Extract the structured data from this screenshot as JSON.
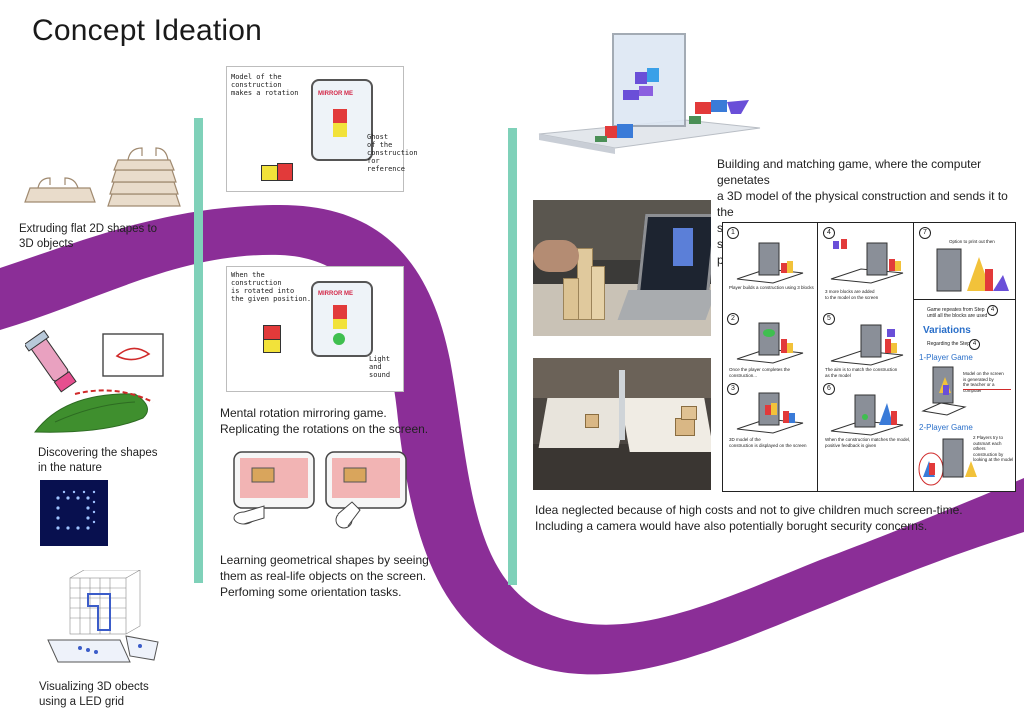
{
  "page": {
    "title": "Concept Ideation"
  },
  "left_column": {
    "caption_1": "Extruding flat  2D shapes to\n3D objects",
    "caption_2": "Discovering the shapes\nin the nature",
    "caption_3": "Visualizing 3D obects\nusing a LED grid"
  },
  "middle_column": {
    "sketch_1": {
      "note_top": "Model of the\nconstruction\nmakes a rotation",
      "screen_label": "MIRROR ME",
      "note_side": "Ghost\nof the\nconstruction\nfor\nreference"
    },
    "sketch_2": {
      "note_top": "When the\nconstruction\nis rotated into\nthe given position...",
      "screen_label": "MIRROR ME",
      "note_side": "Light and\nsound"
    },
    "caption_1": "Mental rotation mirroring game.\nReplicating the rotations on the screen.",
    "caption_2": "Learning geometrical shapes by seeing\nthem as real-life objects on the screen.\nPerfoming some orientation tasks."
  },
  "right_column": {
    "caption_top": "Building and matching game, where the computer genetates\na 3D model of the physical construction and sends it to the\nsecond player. Second player adds more blocks and same\nprocess continues",
    "caption_bottom": "Idea neglected because of high costs and not to give children much screen-time.\nIncluding a camera would have also potentially borught security concerns.",
    "storyboard": {
      "steps": [
        {
          "num": "1",
          "text": "Player builds a construction using 3 blocks"
        },
        {
          "num": "2",
          "text": "Once the player completes the construction..."
        },
        {
          "num": "3",
          "text": "3D model of the\nconstruction is displayed on the screen"
        },
        {
          "num": "4",
          "text": "3 more blocks are added\nto the model on the screen"
        },
        {
          "num": "5",
          "text": "The aim is to match the construction\nas the model"
        },
        {
          "num": "6",
          "text": "When the construction matches the model,\npositive feedback is given"
        },
        {
          "num": "7",
          "text": "Option to print out then"
        }
      ],
      "repeat_note": "Game repeates from Step\nuntil all the blocks are used",
      "repeat_step": "4",
      "variations_title": "Variations",
      "regarding_step": "Regarding the Step",
      "regarding_num": "4",
      "one_player": "1-Player Game",
      "one_player_note": "Model on the screen\nis generated by\nthe teacher or a computer",
      "two_player": "2-Player Game",
      "two_player_note": "2 Players try to\noutsmart each others\nconstruction by\nlooking at the model"
    }
  },
  "colors": {
    "wave": "#8b2e97",
    "teal_bar": "#7fd1b9",
    "variations_blue": "#2a6fc9"
  }
}
